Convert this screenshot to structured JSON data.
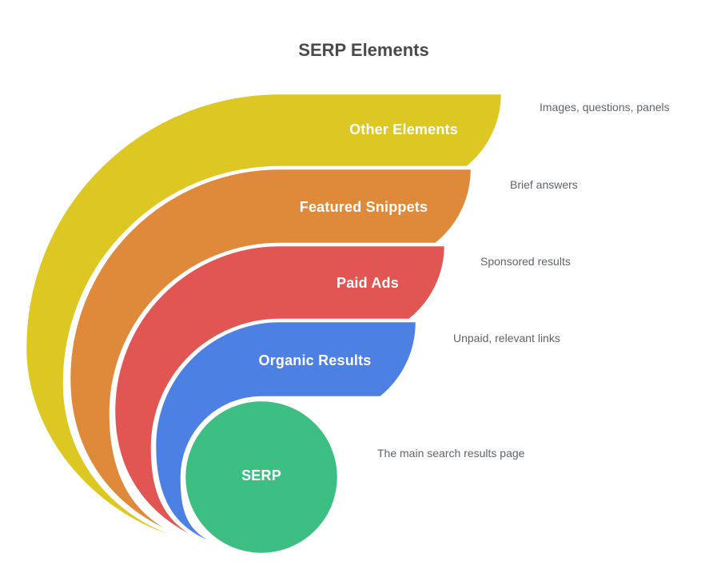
{
  "title": "SERP Elements",
  "palette": {
    "background": "#ffffff",
    "title_text": "#4a4a4a",
    "annotation_text": "#5f6368",
    "band_label_text": "#ffffff"
  },
  "funnel": {
    "levels": [
      {
        "label": "Other Elements",
        "annotation": "Images, questions, panels",
        "color": "#ddc722"
      },
      {
        "label": "Featured Snippets",
        "annotation": "Brief answers",
        "color": "#df8a3a"
      },
      {
        "label": "Paid Ads",
        "annotation": "Sponsored results",
        "color": "#e15652"
      },
      {
        "label": "Organic Results",
        "annotation": "Unpaid, relevant links",
        "color": "#4d80e3"
      },
      {
        "label": "SERP",
        "annotation": "The main search results page",
        "color": "#3dbe83"
      }
    ]
  }
}
